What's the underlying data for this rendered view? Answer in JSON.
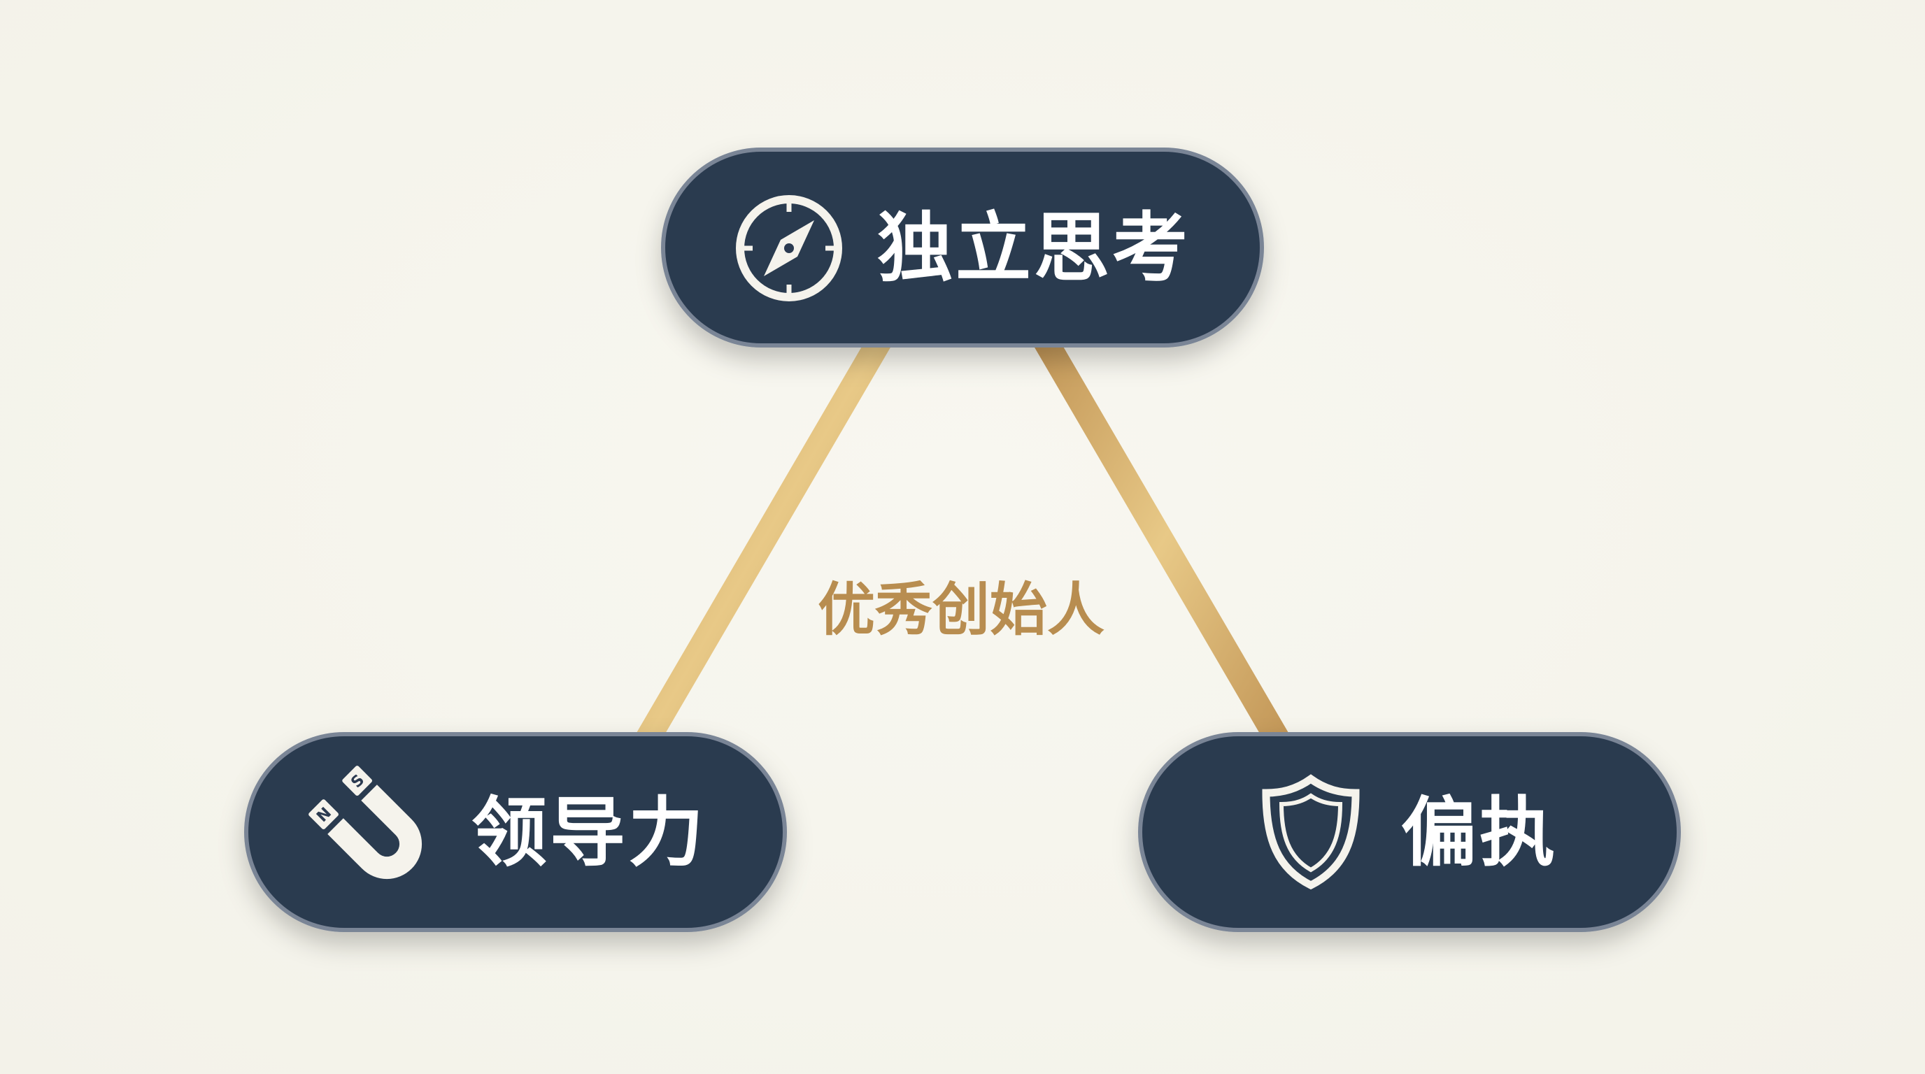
{
  "center_label": "优秀创始人",
  "nodes": {
    "top": {
      "label": "独立思考",
      "icon": "compass-icon"
    },
    "left": {
      "label": "领导力",
      "icon": "magnet-icon",
      "poles": [
        "N",
        "S"
      ]
    },
    "right": {
      "label": "偏执",
      "icon": "shield-icon"
    }
  },
  "colors": {
    "background": "#f5f4ec",
    "pill_fill": "#2b3a50",
    "pill_border": "#7a8596",
    "connector_gold": "#c9a063",
    "connector_highlight": "#e8c987",
    "center_text": "#b88d50"
  }
}
